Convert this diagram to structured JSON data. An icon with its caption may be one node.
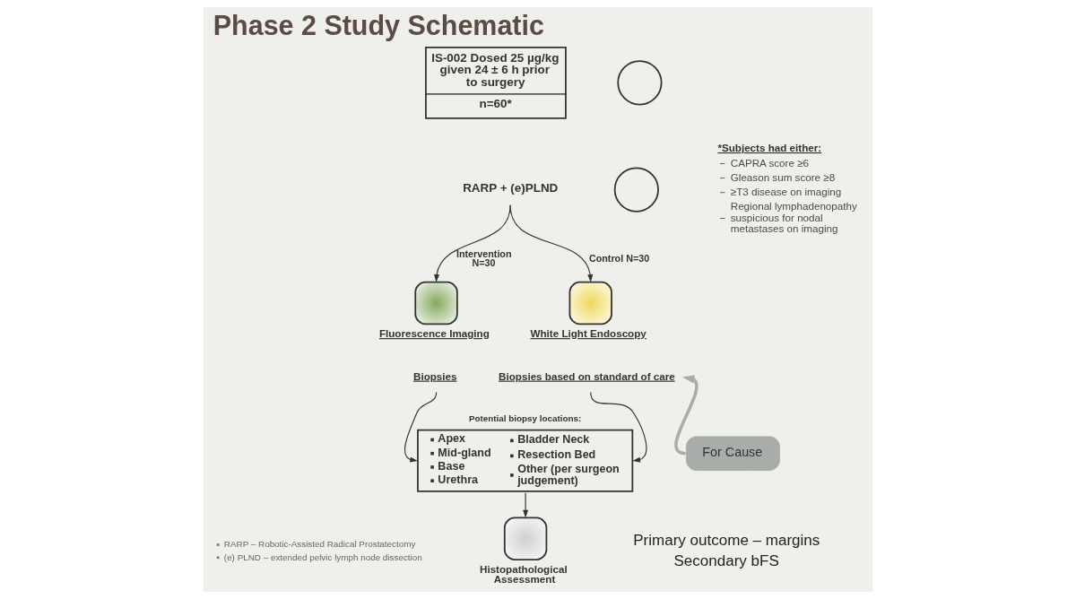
{
  "diagram": {
    "title": "Phase 2 Study Schematic",
    "nodes": [
      {
        "text": [
          "IS-002 Dosed 25 µg/kg given 24 ± 6 h prior to surgery",
          "n=60*"
        ]
      },
      {
        "text": [],
        "shape": "circle"
      },
      {
        "text": [],
        "shape": "circle"
      },
      {
        "text": [
          "RARP + (e)PLND"
        ]
      },
      {
        "text": [
          "Fluorescence Imaging"
        ]
      },
      {
        "text": [
          "Biopsies"
        ]
      },
      {
        "text": [
          "White Light Endoscopy"
        ]
      },
      {
        "text": [
          "Biopsies based on standard of care"
        ]
      },
      {
        "text": [
          "Potential biopsy locations:",
          "Apex",
          "Mid-gland",
          "Base",
          "Urethra",
          "Bladder Neck",
          "Resection Bed",
          "Other (per surgeon judgement)"
        ]
      },
      {
        "text": [
          "Histopathological Assessment"
        ]
      },
      {
        "text": [
          "For Cause"
        ]
      }
    ],
    "edges": [
      {
        "from": 3,
        "to": 4,
        "arrow": "to",
        "label": "Intervention N=30"
      },
      {
        "from": 3,
        "to": 6,
        "arrow": "to",
        "label": "Control N=30"
      },
      {
        "from": 5,
        "to": 8,
        "arrow": "to"
      },
      {
        "from": 7,
        "to": 8,
        "arrow": "to"
      },
      {
        "from": 8,
        "to": 9,
        "arrow": "to"
      },
      {
        "from": 10,
        "to": 7,
        "arrow": "to",
        "style": "thick",
        "color": "#a9ada9"
      }
    ],
    "labels": [
      "*Subjects had either:",
      "CAPRA score ≥6",
      "Gleason sum score ≥8",
      "≥T3 disease on imaging",
      "Regional lymphadenopathy suspicious for nodal metastases on imaging",
      "RARP – Robotic-Assisted Radical Prostatectomy",
      "(e) PLND – extended pelvic lymph node dissection",
      "Primary outcome – margins",
      "Secondary bFS"
    ]
  }
}
